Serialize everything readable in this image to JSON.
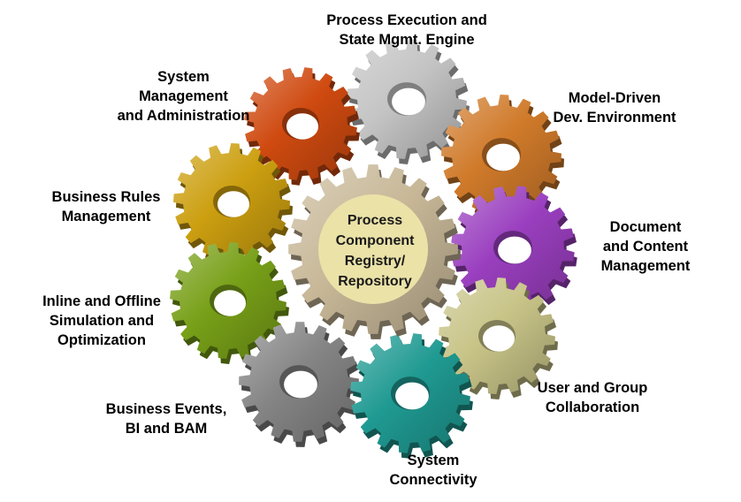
{
  "diagram": {
    "center": {
      "lines": [
        "Process",
        "Component",
        "Registry/",
        "Repository"
      ],
      "color": "#c8b898",
      "hub_color": "#ebe2a8"
    },
    "gears": [
      {
        "id": "process-execution",
        "lines": [
          "Process Execution and",
          "State Mgmt. Engine"
        ],
        "color": "#c4c4c4"
      },
      {
        "id": "model-driven",
        "lines": [
          "Model-Driven",
          "Dev. Environment"
        ],
        "color": "#d07a2a"
      },
      {
        "id": "document-content",
        "lines": [
          "Document",
          "and Content",
          "Management"
        ],
        "color": "#9a3fbf"
      },
      {
        "id": "user-group",
        "lines": [
          "User and Group",
          "Collaboration"
        ],
        "color": "#c8c488"
      },
      {
        "id": "system-connectivity",
        "lines": [
          "System",
          "Connectivity"
        ],
        "color": "#1f9a92"
      },
      {
        "id": "business-events",
        "lines": [
          "Business Events,",
          "BI and BAM"
        ],
        "color": "#858585"
      },
      {
        "id": "simulation",
        "lines": [
          "Inline and Offline",
          "Simulation and",
          "Optimization"
        ],
        "color": "#78a018"
      },
      {
        "id": "business-rules",
        "lines": [
          "Business Rules",
          "Management"
        ],
        "color": "#cc9f10"
      },
      {
        "id": "system-management",
        "lines": [
          "System",
          "Management",
          "and Administration"
        ],
        "color": "#cf4a10"
      }
    ]
  }
}
